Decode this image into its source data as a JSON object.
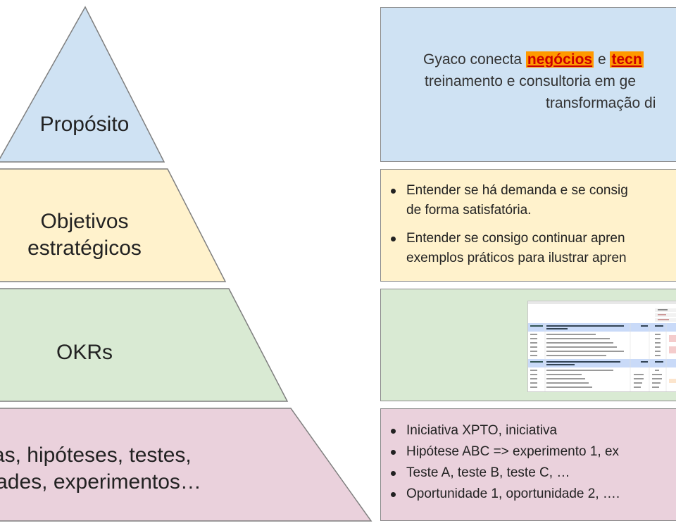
{
  "pyramid": {
    "tiers": [
      {
        "id": "proposito",
        "lines": [
          "Propósito"
        ],
        "color": "#cfe2f3"
      },
      {
        "id": "objetivos",
        "lines": [
          "Objetivos",
          "estratégicos"
        ],
        "color": "#fff2cc"
      },
      {
        "id": "okrs",
        "lines": [
          "OKRs"
        ],
        "color": "#d9ead3"
      },
      {
        "id": "iniciativas",
        "lines": [
          "ivas, hipóteses, testes,",
          "nidades, experimentos…"
        ],
        "color": "#ead1dc"
      }
    ],
    "stroke_color": "#7f7f7f"
  },
  "panels": {
    "proposito": {
      "line1_pre": "Gyaco conecta ",
      "line1_hl1": "negócios",
      "line1_mid": " e ",
      "line1_hl2": "tecn",
      "line2": "treinamento e consultoria em ge",
      "line3": "transformação di",
      "highlight_bg": "#ff9900",
      "highlight_text": "#cc0000"
    },
    "objetivos": {
      "bullets": [
        {
          "l1": "Entender se há demanda e se consig",
          "l2": "de forma satisfatória."
        },
        {
          "l1": "Entender se consigo continuar apren",
          "l2": "exemplos práticos para ilustrar apren"
        }
      ]
    },
    "okrs": {
      "thumbnail_icon": "spreadsheet-thumbnail"
    },
    "iniciativas": {
      "bullets": [
        "Iniciativa XPTO, iniciativa",
        "Hipótese ABC => experimento 1, ex",
        "Teste A, teste B, teste C, …",
        "Oportunidade 1, oportunidade 2, …."
      ]
    }
  }
}
